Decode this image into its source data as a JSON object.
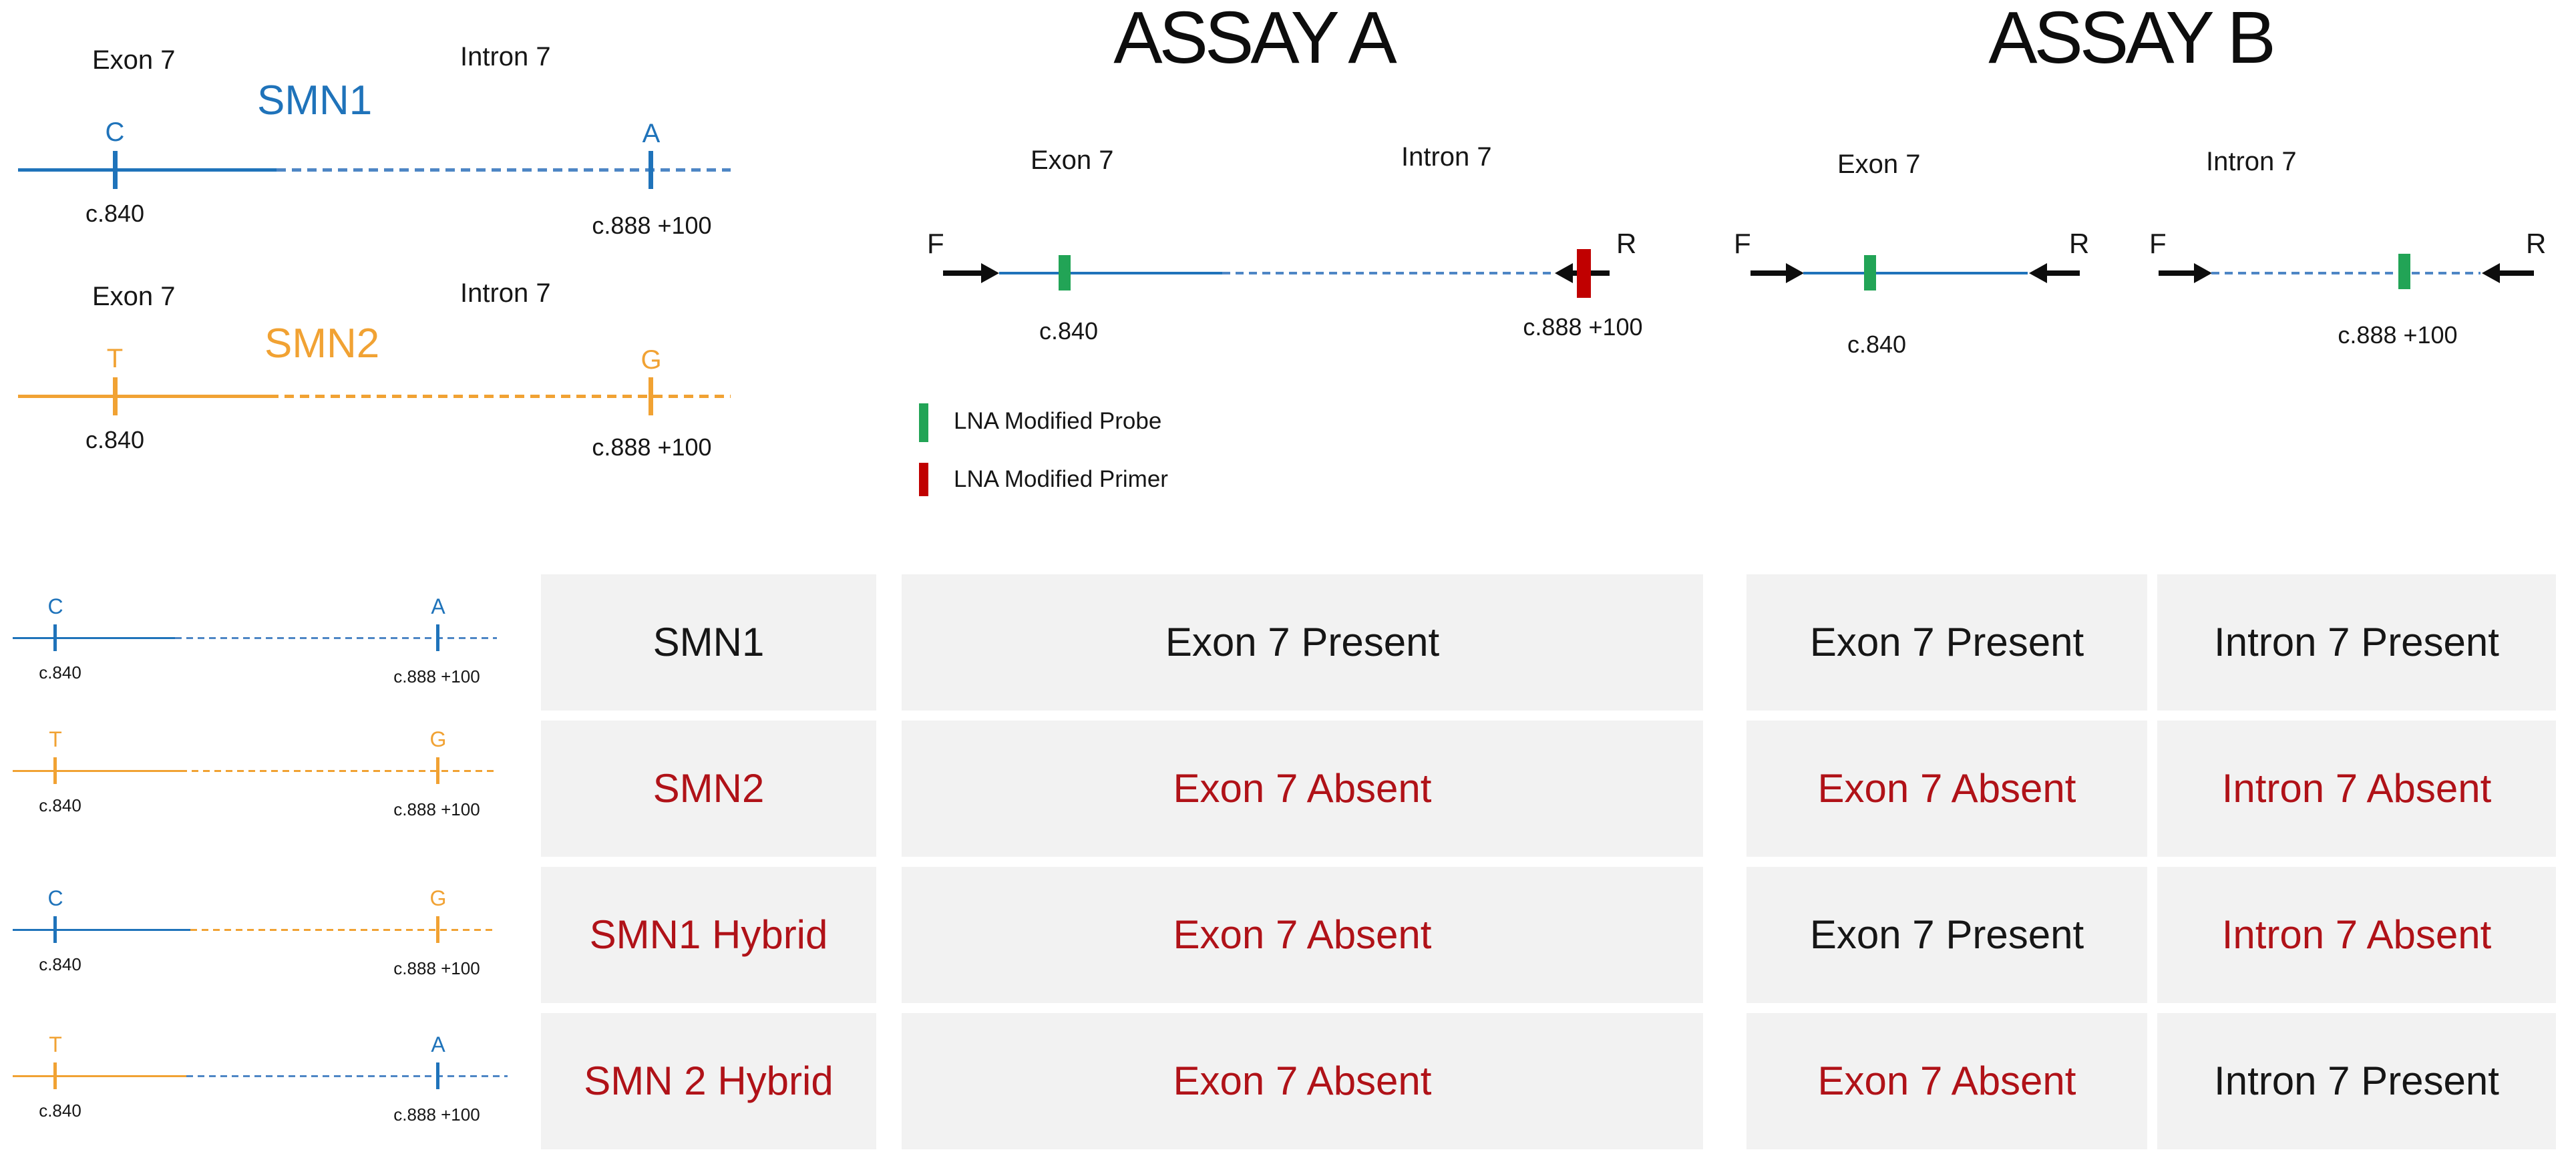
{
  "figure": {
    "reference_genes": {
      "smn1": {
        "name": "SMN1",
        "exon_label": "Exon 7",
        "intron_label": "Intron 7",
        "left_allele": "C",
        "right_allele": "A",
        "left_position": "c.840",
        "right_position": "c.888 +100"
      },
      "smn2": {
        "name": "SMN2",
        "exon_label": "Exon 7",
        "intron_label": "Intron 7",
        "left_allele": "T",
        "right_allele": "G",
        "left_position": "c.840",
        "right_position": "c.888 +100"
      }
    },
    "assay_a": {
      "title": "ASSAY A",
      "exon_label": "Exon 7",
      "intron_label": "Intron 7",
      "forward_label": "F",
      "reverse_label": "R",
      "left_position": "c.840",
      "right_position": "c.888 +100",
      "legend": {
        "probe_label": "LNA Modified Probe",
        "primer_label": "LNA Modified Primer"
      }
    },
    "assay_b": {
      "title": "ASSAY B",
      "exon_diagram": {
        "label": "Exon 7",
        "forward_label": "F",
        "reverse_label": "R",
        "position": "c.840"
      },
      "intron_diagram": {
        "label": "Intron 7",
        "forward_label": "F",
        "reverse_label": "R",
        "position": "c.888 +100"
      }
    },
    "results_table": {
      "rows": [
        {
          "gene": "SMN1",
          "gene_state": "black",
          "diagram": {
            "left_allele": "C",
            "right_allele": "A",
            "left_position": "c.840",
            "right_position": "c.888 +100"
          },
          "assay_a": {
            "text": "Exon 7 Present",
            "state": "black"
          },
          "assay_b_exon": {
            "text": "Exon 7 Present",
            "state": "black"
          },
          "assay_b_intron": {
            "text": "Intron 7 Present",
            "state": "black"
          }
        },
        {
          "gene": "SMN2",
          "gene_state": "red",
          "diagram": {
            "left_allele": "T",
            "right_allele": "G",
            "left_position": "c.840",
            "right_position": "c.888 +100"
          },
          "assay_a": {
            "text": "Exon 7 Absent",
            "state": "red"
          },
          "assay_b_exon": {
            "text": "Exon 7 Absent",
            "state": "red"
          },
          "assay_b_intron": {
            "text": "Intron 7 Absent",
            "state": "red"
          }
        },
        {
          "gene": "SMN1 Hybrid",
          "gene_state": "red",
          "diagram": {
            "left_allele": "C",
            "right_allele": "G",
            "left_position": "c.840",
            "right_position": "c.888 +100"
          },
          "assay_a": {
            "text": "Exon 7 Absent",
            "state": "red"
          },
          "assay_b_exon": {
            "text": "Exon 7 Present",
            "state": "black"
          },
          "assay_b_intron": {
            "text": "Intron 7 Absent",
            "state": "red"
          }
        },
        {
          "gene": "SMN 2 Hybrid",
          "gene_state": "red",
          "diagram": {
            "left_allele": "T",
            "right_allele": "A",
            "left_position": "c.840",
            "right_position": "c.888 +100"
          },
          "assay_a": {
            "text": "Exon 7 Absent",
            "state": "red"
          },
          "assay_b_exon": {
            "text": "Exon 7 Absent",
            "state": "red"
          },
          "assay_b_intron": {
            "text": "Intron 7 Present",
            "state": "black"
          }
        }
      ]
    },
    "colors": {
      "smn1_blue": "#1F73BA",
      "smn1_blue_dashed": "#4E86C5",
      "smn2_orange": "#F1A233",
      "probe_green": "#22A456",
      "primer_red": "#C00000",
      "absent_red": "#B01218",
      "text_black": "#161616",
      "cell_background": "#F2F2F2"
    }
  }
}
